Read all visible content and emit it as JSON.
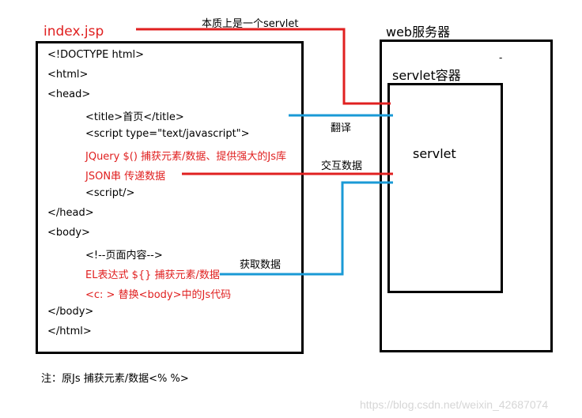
{
  "left": {
    "file_title": "index.jsp",
    "code_lines": [
      {
        "text": "<!DOCTYPE html>",
        "indent": 0,
        "color": "black"
      },
      {
        "text": "<html>",
        "indent": 0,
        "color": "black"
      },
      {
        "text": "<head>",
        "indent": 0,
        "color": "black"
      },
      {
        "text": "<title>首页</title>",
        "indent": 1,
        "color": "black"
      },
      {
        "text": "<script type=\"text/javascript\">",
        "indent": 1,
        "color": "black"
      },
      {
        "text": "JQuery $()  捕获元素/数据、提供强大的Js库",
        "indent": 1,
        "color": "red"
      },
      {
        "text": "JSON串  传递数据",
        "indent": 1,
        "color": "red"
      },
      {
        "text": "<script/>",
        "indent": 1,
        "color": "black"
      },
      {
        "text": "</head>",
        "indent": 0,
        "color": "black"
      },
      {
        "text": "<body>",
        "indent": 0,
        "color": "black"
      },
      {
        "text": "<!--页面内容-->",
        "indent": 1,
        "color": "black"
      },
      {
        "text": "EL表达式 ${}  捕获元素/数据",
        "indent": 1,
        "color": "red"
      },
      {
        "text": "<c: > 替换<body>中的Js代码",
        "indent": 1,
        "color": "red"
      },
      {
        "text": "</body>",
        "indent": 0,
        "color": "black"
      },
      {
        "text": "</html>",
        "indent": 0,
        "color": "black"
      }
    ]
  },
  "right": {
    "server_title": "web服务器",
    "container_title": "servlet容器",
    "servlet_label": "servlet",
    "dash": "-"
  },
  "connectors": {
    "top_label": "本质上是一个servlet",
    "translate_label": "翻译",
    "interact_label": "交互数据",
    "fetch_label": "获取数据"
  },
  "footnote": "注：原Js 捕获元素/数据<% %>",
  "watermark": "https://blog.csdn.net/weixin_42687074",
  "colors": {
    "red": "#e02020",
    "blue": "#1a9ad6",
    "black": "#000000"
  }
}
